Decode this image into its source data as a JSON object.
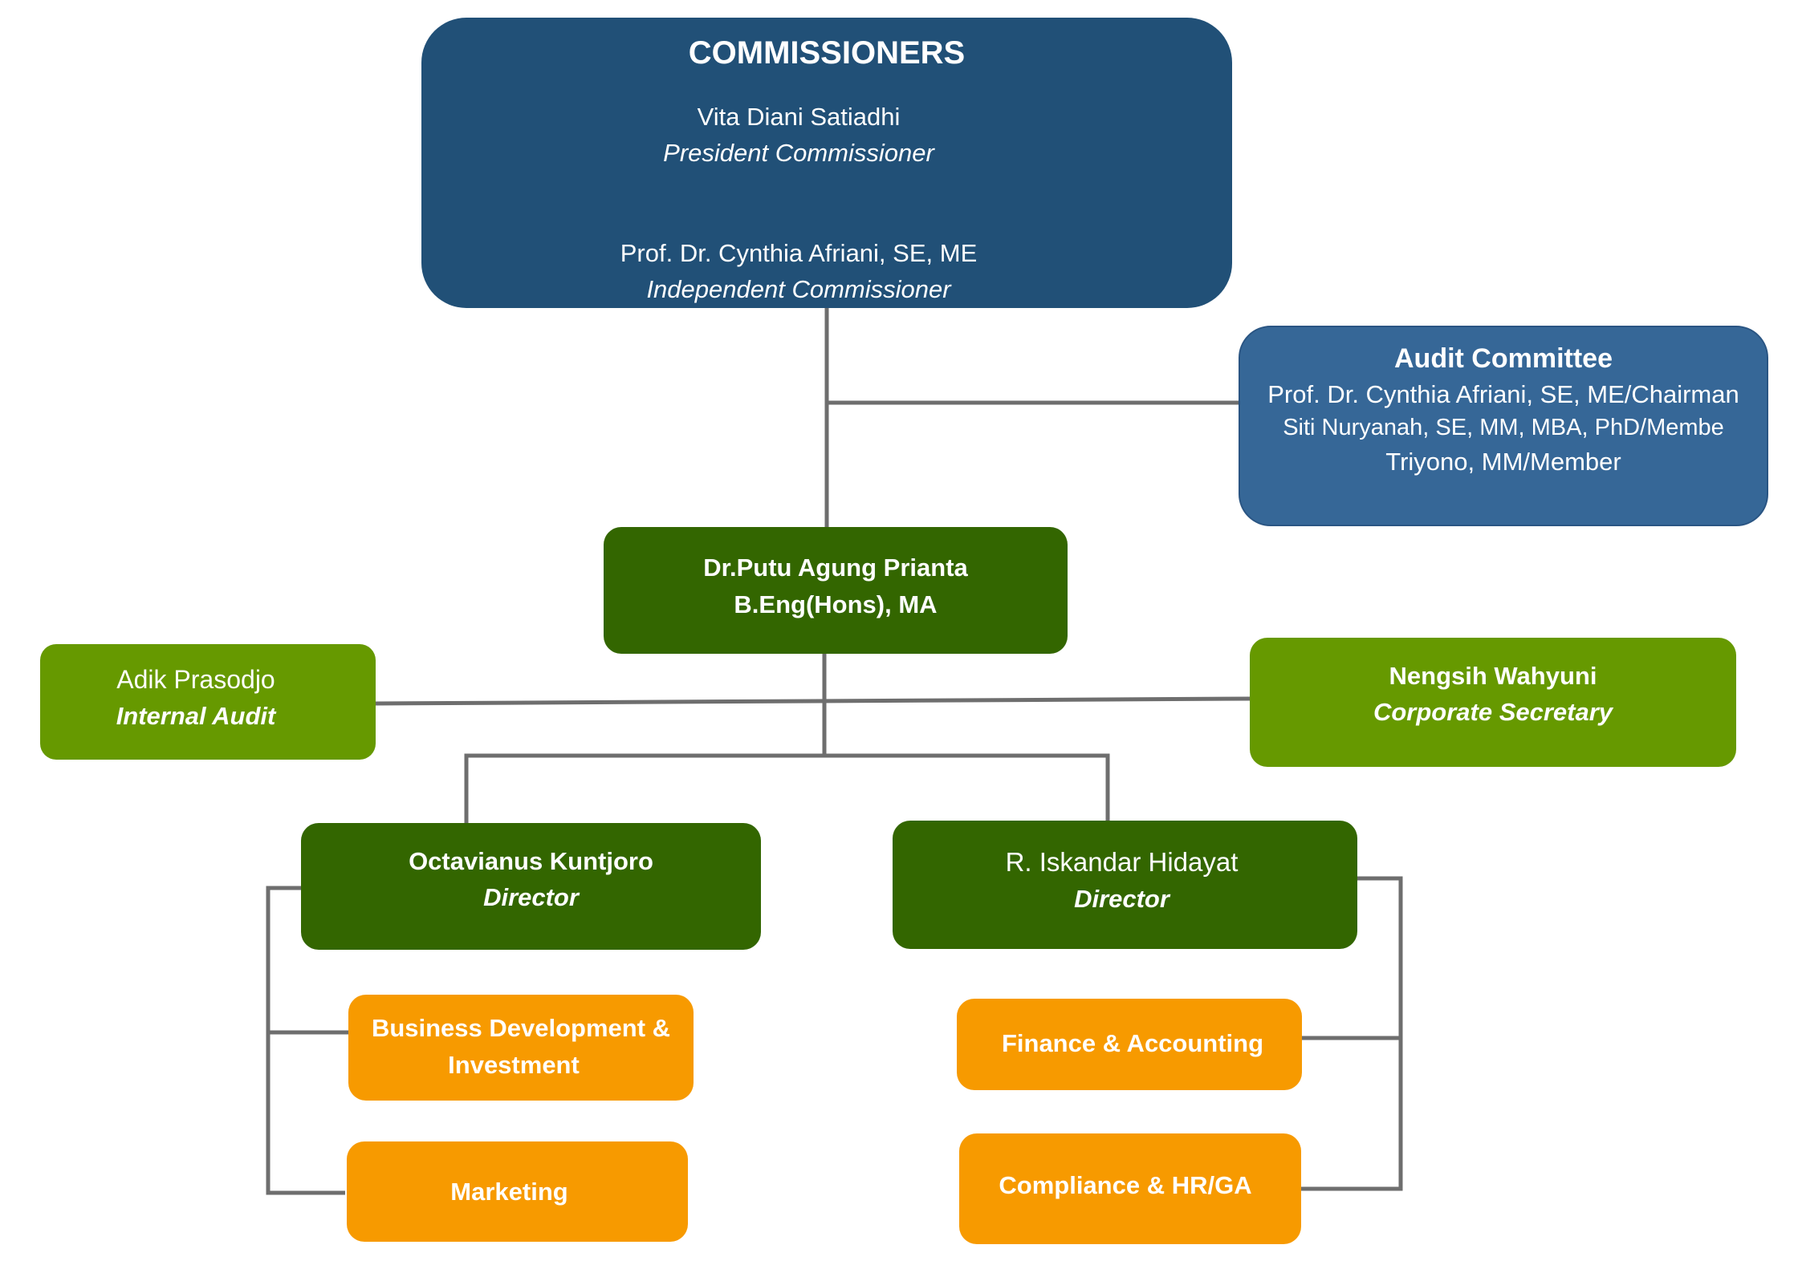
{
  "colors": {
    "commissioners_fill": "#215077",
    "audit_committee_fill": "#366797",
    "dark_green": "#336600",
    "light_green": "#669900",
    "orange": "#f79a00",
    "connector": "#6e6e6e",
    "text": "#ffffff"
  },
  "commissioners": {
    "title": "COMMISSIONERS",
    "members": [
      {
        "name": "Vita Diani Satiadhi",
        "role": "President Commissioner"
      },
      {
        "name": "Prof. Dr. Cynthia Afriani, SE, ME",
        "role": "Independent Commissioner"
      }
    ]
  },
  "audit_committee": {
    "title": "Audit Committee",
    "members": [
      "Prof. Dr. Cynthia Afriani, SE, ME/Chairman",
      "Siti Nuryanah, SE, MM, MBA, PhD/Membe",
      "Triyono, MM/Member"
    ]
  },
  "president_director": {
    "line1": "Dr.Putu Agung Prianta",
    "line2": "B.Eng(Hons), MA"
  },
  "internal_audit": {
    "name": "Adik Prasodjo",
    "role": "Internal Audit"
  },
  "corporate_secretary": {
    "name": "Nengsih Wahyuni",
    "role": "Corporate Secretary"
  },
  "directors": [
    {
      "name": "Octavianus Kuntjoro",
      "role": "Director",
      "departments": [
        {
          "line1": "Business Development &",
          "line2": "Investment"
        },
        {
          "line1": "Marketing"
        }
      ]
    },
    {
      "name": "R. Iskandar Hidayat",
      "role": "Director",
      "departments": [
        {
          "line1": "Finance & Accounting"
        },
        {
          "line1": "Compliance & HR/GA"
        }
      ]
    }
  ]
}
